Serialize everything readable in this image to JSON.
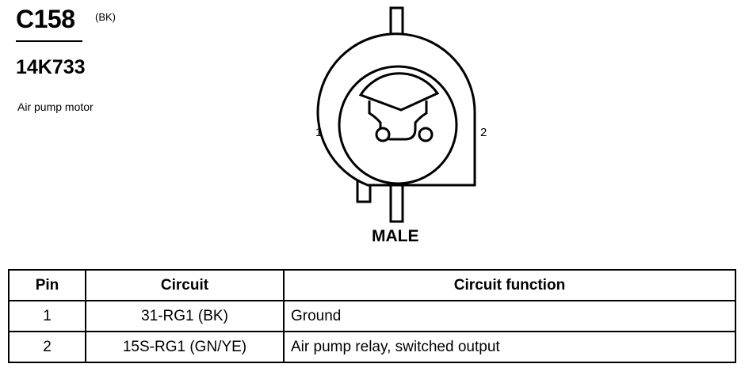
{
  "header": {
    "connector_id": "C158",
    "color_code": "(BK)",
    "part_number": "14K733",
    "description": "Air pump motor"
  },
  "diagram": {
    "pin_left": "1",
    "pin_right": "2",
    "gender": "MALE"
  },
  "table": {
    "headers": [
      "Pin",
      "Circuit",
      "Circuit function"
    ],
    "rows": [
      {
        "pin": "1",
        "circuit": "31-RG1 (BK)",
        "function": "Ground"
      },
      {
        "pin": "2",
        "circuit": "15S-RG1 (GN/YE)",
        "function": "Air pump relay, switched output"
      }
    ]
  }
}
